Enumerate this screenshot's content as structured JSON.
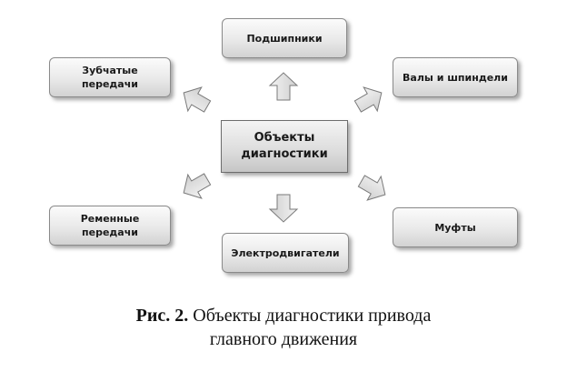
{
  "diagram": {
    "center": "Объекты\nдиагностики",
    "nodes": {
      "bearings": "Подшипники",
      "gears": "Зубчатые\nпередачи",
      "shafts": "Валы и шпиндели",
      "belts": "Ременные\nпередачи",
      "motors": "Электродвигатели",
      "couplings": "Муфты"
    }
  },
  "caption": {
    "label": "Рис. 2.",
    "line1": "Объекты диагностики привода",
    "line2": "главного движения"
  }
}
